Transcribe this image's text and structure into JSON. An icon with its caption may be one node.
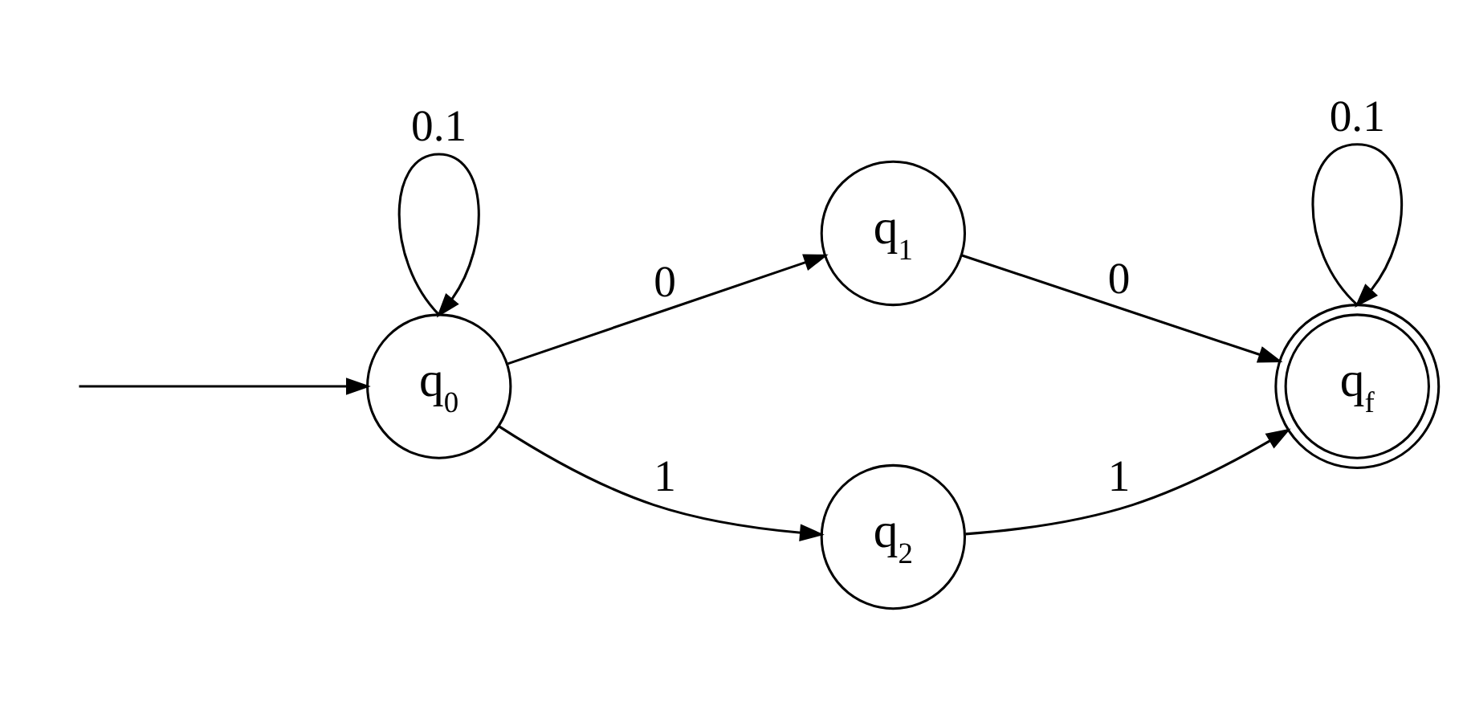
{
  "diagram": {
    "nodes": [
      {
        "text": [
          "q$_{0}$"
        ]
      },
      {
        "text": [
          "q$_{1}$"
        ]
      },
      {
        "text": [
          "q$_{2}$"
        ]
      },
      {
        "text": [
          "q$_{f}$"
        ]
      }
    ],
    "edges": [
      {
        "from": null,
        "to": 0,
        "arrow": "to"
      },
      {
        "from": 0,
        "to": 0,
        "arrow": "to",
        "label": "0.1"
      },
      {
        "from": 0,
        "to": 1,
        "arrow": "to",
        "label": "0"
      },
      {
        "from": 0,
        "to": 2,
        "arrow": "to",
        "label": "1"
      },
      {
        "from": 1,
        "to": 3,
        "arrow": "to",
        "label": "0"
      },
      {
        "from": 2,
        "to": 3,
        "arrow": "to",
        "label": "1"
      },
      {
        "from": 3,
        "to": 3,
        "arrow": "to",
        "label": "0.1"
      }
    ]
  }
}
